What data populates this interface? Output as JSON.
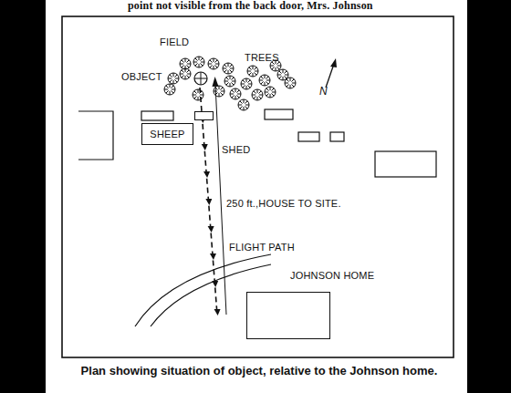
{
  "diagram": {
    "caption": "Plan showing situation of object, relative to the Johnson home.",
    "nodes": [
      {
        "text": [
          "SHEEP"
        ]
      },
      {
        "text": [
          "SHED"
        ]
      },
      {
        "text": [
          "JOHNSON HOME"
        ]
      }
    ],
    "labels": [
      "point not visible from the back door, Mrs. Johnson",
      "FIELD",
      "TREES",
      "OBJECT",
      "N",
      "250 ft.,HOUSE TO SITE.",
      "FLIGHT PATH"
    ]
  }
}
